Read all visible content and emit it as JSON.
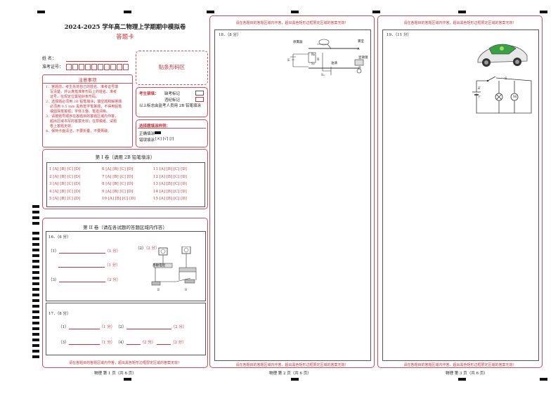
{
  "header": {
    "title": "2024-2025 学年高二物理上学期期中模拟卷",
    "subtitle": "答题卡"
  },
  "student": {
    "name_label": "姓    名：",
    "id_label": "准考证号："
  },
  "barcode_label": "贴条形码区",
  "notices": {
    "title": "注意事项",
    "lines": [
      "1．答题前，考生先将自己的姓名、准考证号填",
      "写清楚，并认真核准条形码上的姓名、准考",
      "证号，在规定位置贴好条形码。",
      "2．选择题必须用 2B 铅笔填涂；填空题和解答题",
      "必须用 0.5 mm 黑色签字笔答题，不得用铅笔",
      "或圆珠笔答题；字体工整、笔迹清晰。",
      "3．请按题号顺序在各题目的答题区域内作答，",
      "超出区域书写的答案无效；在草稿纸、试题",
      "卷上答题无效。",
      "4．保持卡面清洁，不要折叠，不要弄破。"
    ]
  },
  "exam_status": {
    "label": "考生禁填：",
    "absent": "缺考标记",
    "violation": "违纪标记",
    "note": "以上标志由监考人员用 2B 铅笔填涂"
  },
  "fill_example": {
    "title": "选择题填涂样例：",
    "correct": "正确填涂",
    "wrong": "错误填涂",
    "wrong_marks": "[×]  [√]  [/]"
  },
  "section1": {
    "title": "第 I 卷（请用 2B 铅笔填涂）",
    "columns": [
      [
        "1 [A] [B] [C] [D]",
        "2 [A] [B] [C] [D]",
        "3 [A] [B] [C] [D]",
        "4 [A] [B] [C] [D]",
        "5 [A] [B] [C] [D]"
      ],
      [
        "6 [A] [B] [C] [D]",
        "7 [A] [B] [C] [D]",
        "8 [A] [B] [C] [D]",
        "9 [A] [B] [C] [D]",
        "10 [A] [B] [C] [D]"
      ],
      [
        "11 [A] [B] [C] [D]",
        "12 [A] [B] [C] [D]",
        "13 [A] [B] [C] [D]",
        "14 [A] [B] [C] [D]",
        "15 [A] [B] [C] [D]"
      ]
    ]
  },
  "section2": {
    "title": "第 II 卷（请在各试题的答题区域内作答）",
    "q16": {
      "label": "16．（6 分）",
      "p1": "（1）",
      "p1_score": "（1 分）",
      "p2": "（2）",
      "p2_score": "（2 分）",
      "p3_score": "（1 分）",
      "p4": "（3）",
      "p4_score": "（2 分）",
      "fig_label": "热敏电阻",
      "fig_e": "E",
      "fig_s": "S"
    },
    "q17": {
      "label": "17．（8 分）",
      "r1": [
        "（1）",
        "（1 分）",
        "（2）",
        "（2 分）"
      ],
      "r2": [
        "（3）",
        "（1 分）",
        "（4）",
        "（2 分）",
        "（2 分）"
      ]
    }
  },
  "q18": {
    "label": "18．（8 分）",
    "fig": {
      "sprinkler": "喷雾器",
      "fog": "雾室",
      "battery": "E",
      "r0": "R₀",
      "r": "R",
      "s2": "S₂",
      "s1": "S₁",
      "oil": "油滴",
      "a": "A",
      "b": "B",
      "scope": "显微镜"
    }
  },
  "q19": {
    "label": "19．（11 分）",
    "fig": {
      "e": "E",
      "r": "r",
      "s": "S",
      "m": "M"
    }
  },
  "region_notice": "请在各题目的答题区域内作答，超出黑色矩形边框限定区域的答案无效！",
  "footers": [
    "物理  第 1 页（共 6 页）",
    "物理  第 2 页（共 6 页）",
    "物理  第 3 页（共 6 页）"
  ]
}
